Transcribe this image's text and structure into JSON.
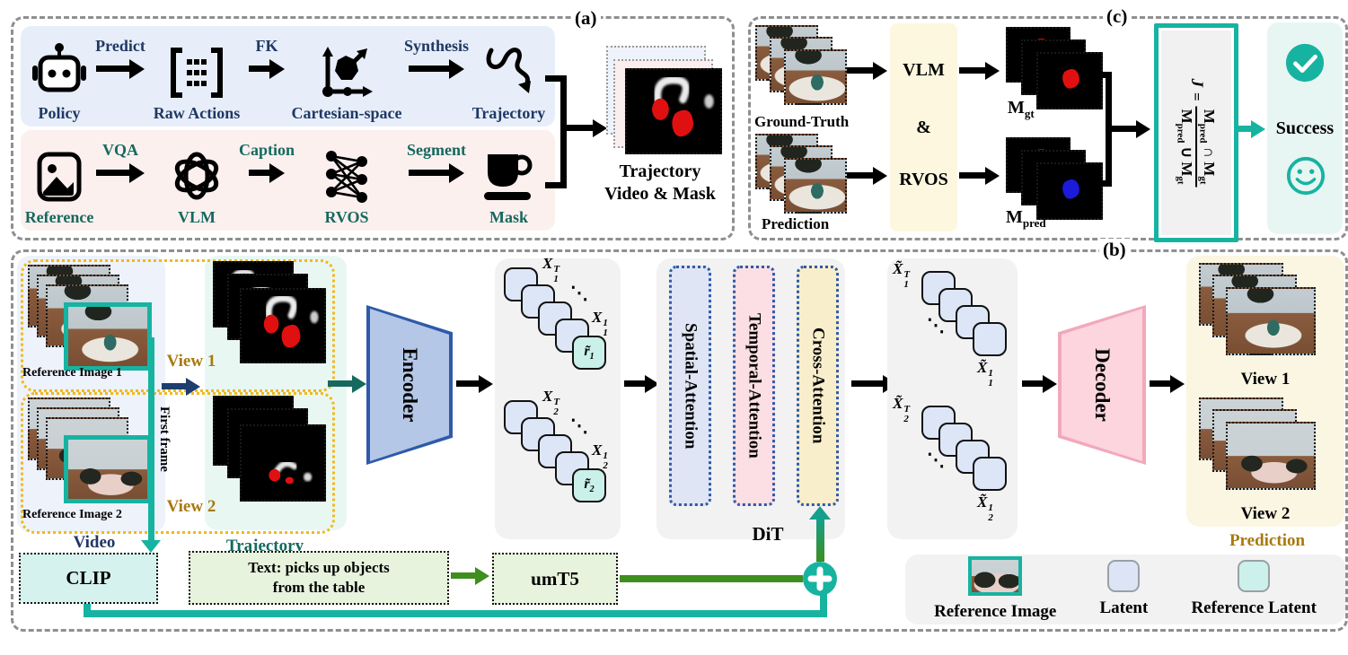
{
  "colors": {
    "teal_accent": "#17b3a1",
    "navy_text": "#1f3864",
    "teal_text": "#15695d",
    "gold_text": "#a8790f",
    "green_arrow": "#3e8e20",
    "mask_red": "#e01010",
    "mask_blue": "#1b1bd9",
    "encoder_blue": "#2e5aa8",
    "decoder_pink": "#f2a8bb"
  },
  "panel_a": {
    "tag": "(a)",
    "row1_items": [
      {
        "label": "Policy"
      },
      {
        "label": "Raw Actions"
      },
      {
        "label": "Cartesian-space"
      },
      {
        "label": "Trajectory"
      }
    ],
    "row1_arrows": [
      "Predict",
      "FK",
      "Synthesis"
    ],
    "row2_items": [
      {
        "label": "Reference"
      },
      {
        "label": "VLM"
      },
      {
        "label": "RVOS"
      },
      {
        "label": "Mask"
      }
    ],
    "row2_arrows": [
      "VQA",
      "Caption",
      "Segment"
    ],
    "output_caption": [
      "Trajectory",
      "Video & Mask"
    ]
  },
  "panel_c": {
    "tag": "(c)",
    "gt_label": "Ground-Truth",
    "pred_label": "Prediction",
    "middle": [
      "VLM",
      "&",
      "RVOS"
    ],
    "m_gt": {
      "base": "M",
      "sub": "gt"
    },
    "m_pred": {
      "base": "M",
      "sub": "pred"
    },
    "formula": {
      "lhs": "J",
      "eq": "=",
      "num": {
        "m1": "M",
        "s1": "pred",
        "op": "∩",
        "m2": "M",
        "s2": "gt"
      },
      "den": {
        "m1": "M",
        "s1": "pred",
        "op": "∪",
        "m2": "M",
        "s2": "gt"
      }
    },
    "success_label": "Success"
  },
  "panel_b": {
    "tag": "(b)",
    "ref_image_1": "Reference Image 1",
    "ref_image_2": "Reference Image 2",
    "view_1": "View 1",
    "view_2": "View 2",
    "video_label": "Video",
    "trajectory_label": "Trajectory",
    "first_frame": "First frame",
    "encoder": "Encoder",
    "decoder": "Decoder",
    "dit": "DiT",
    "attn": [
      "Spatial-Attention",
      "Temporal-Attention",
      "Cross-Attention"
    ],
    "lat_in": [
      {
        "top_base": "X",
        "top_sup": "T",
        "top_sub": "1",
        "bot_base": "X",
        "bot_sup": "1",
        "bot_sub": "1",
        "ref_base": "r̃",
        "ref_sub": "1",
        "dots": "⋱"
      },
      {
        "top_base": "X",
        "top_sup": "T",
        "top_sub": "2",
        "bot_base": "X",
        "bot_sup": "1",
        "bot_sub": "2",
        "ref_base": "r̃",
        "ref_sub": "2",
        "dots": "⋱"
      }
    ],
    "lat_out": [
      {
        "top_base": "X̃",
        "top_sup": "T",
        "top_sub": "1",
        "bot_base": "X̃",
        "bot_sup": "1",
        "bot_sub": "1",
        "dots": "⋱"
      },
      {
        "top_base": "X̃",
        "top_sup": "T",
        "top_sub": "2",
        "bot_base": "X̃",
        "bot_sup": "1",
        "bot_sub": "2",
        "dots": "⋱"
      }
    ],
    "clip": "CLIP",
    "text_prompt": [
      "Text: picks up objects",
      "from the table"
    ],
    "umt5": "umT5",
    "pred_view_1": "View 1",
    "pred_view_2": "View 2",
    "prediction_label": "Prediction",
    "legend": {
      "ref_image": "Reference Image",
      "latent": "Latent",
      "ref_latent": "Reference  Latent"
    }
  }
}
